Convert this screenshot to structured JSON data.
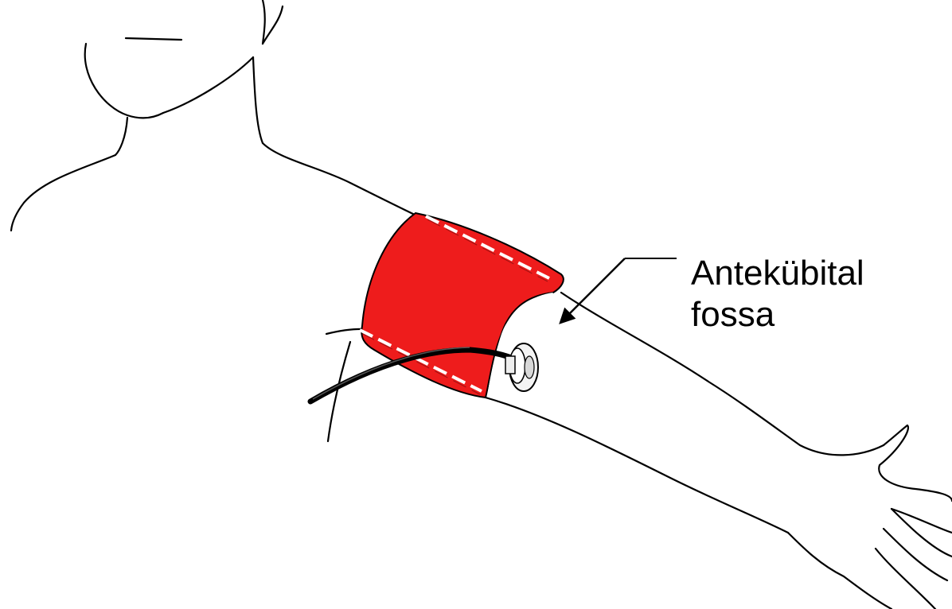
{
  "diagram": {
    "label": {
      "line1": "Antekübital",
      "line2": "fossa"
    },
    "colors": {
      "cuff": "#ee1c1c",
      "outline": "#000000",
      "stitch": "#ffffff",
      "background": "#ffffff"
    },
    "elements": [
      "person-outline",
      "arm-outline",
      "hand-outline",
      "blood-pressure-cuff",
      "stethoscope-chestpiece",
      "stethoscope-tube",
      "label-arrow"
    ]
  }
}
